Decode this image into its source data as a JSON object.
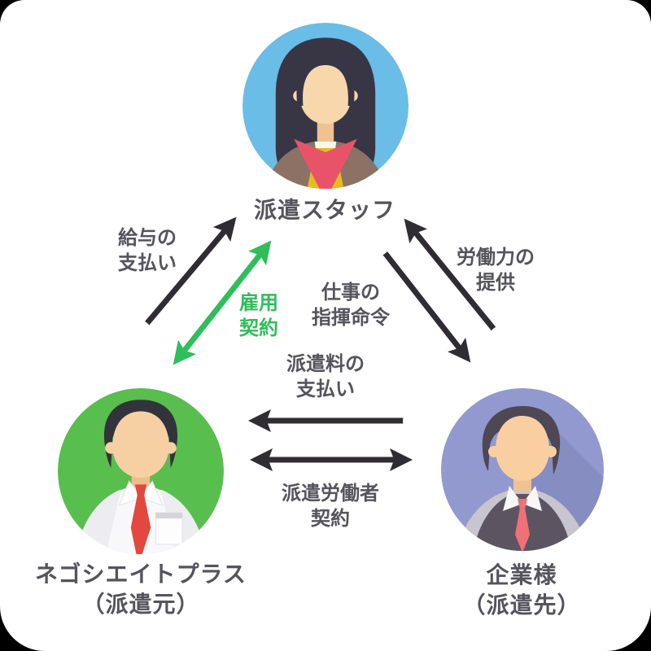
{
  "diagram": {
    "arrow_color": "#302C33",
    "accent_green": "#2EBE5A",
    "text_color": "#55535C",
    "nodes": {
      "staff": {
        "label": "派遣スタッフ",
        "avatar": "female-office-staff",
        "bg": "#6ABDE7"
      },
      "agency": {
        "line1": "ネゴシエイトプラス",
        "line2": "（派遣元）",
        "avatar": "male-shirt-tie",
        "bg": "#58BE4D"
      },
      "company": {
        "line1": "企業様",
        "line2": "（派遣先）",
        "avatar": "male-vest-tie",
        "bg": "#9199CF"
      }
    },
    "edges": {
      "salary": {
        "line1": "給与の",
        "line2": "支払い",
        "direction": "agency to staff"
      },
      "employment": {
        "line1": "雇用",
        "line2": "契約",
        "direction": "agency and staff both ways"
      },
      "work_direction": {
        "line1": "仕事の",
        "line2": "指揮命令",
        "direction": "staff to company"
      },
      "labor": {
        "line1": "労働力の",
        "line2": "提供",
        "direction": "company to staff"
      },
      "dispatch_fee": {
        "line1": "派遣料の",
        "line2": "支払い",
        "direction": "company to agency"
      },
      "dispatch_contract": {
        "line1": "派遣労働者",
        "line2": "契約",
        "direction": "agency and company both ways"
      }
    }
  }
}
